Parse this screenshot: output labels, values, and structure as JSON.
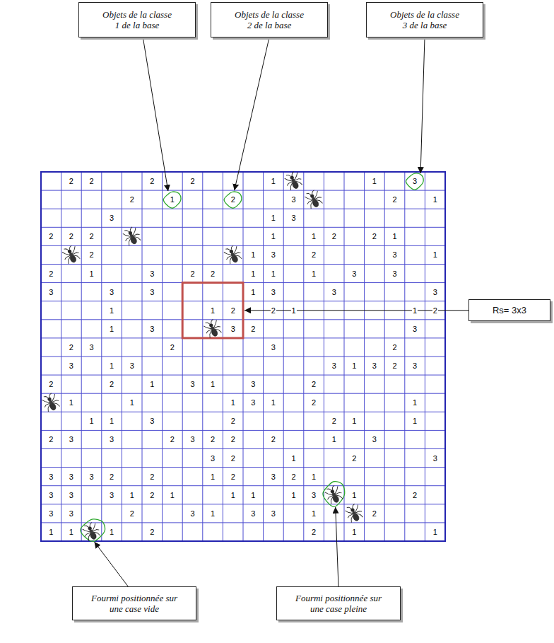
{
  "diagram": {
    "nodes": [
      {
        "text": [
          "Objets de la classe 1 de la base"
        ]
      },
      {
        "text": [
          "Objets de la classe 2 de la base"
        ]
      },
      {
        "text": [
          "Objets de la classe 3 de la base"
        ]
      },
      {
        "text": [
          "Rs= 3x3"
        ]
      },
      {
        "text": [
          "Fourmi positionnée sur une case vide"
        ]
      },
      {
        "text": [
          "Fourmi positionnée sur une case pleine"
        ]
      }
    ],
    "labels": [
      "2",
      "2",
      "2",
      "2",
      "1",
      "1",
      "3",
      "2",
      "1",
      "2",
      "3",
      "2",
      "1",
      "3",
      "1",
      "3",
      "2",
      "2",
      "2",
      "1",
      "1",
      "2",
      "2",
      "1",
      "2",
      "1",
      "3",
      "2",
      "3",
      "1",
      "2",
      "1",
      "3",
      "2",
      "2",
      "1",
      "1",
      "1",
      "3",
      "3",
      "3",
      "3",
      "3",
      "1",
      "3",
      "3",
      "3",
      "1",
      "1",
      "2",
      "2",
      "1",
      "1",
      "2",
      "1",
      "3",
      "3",
      "2",
      "3",
      "2",
      "3",
      "2",
      "3",
      "2",
      "3",
      "1",
      "3",
      "3",
      "1",
      "3",
      "2",
      "3",
      "2",
      "2",
      "1",
      "3",
      "1",
      "3",
      "2",
      "1",
      "1",
      "1",
      "3",
      "1",
      "2",
      "1",
      "1",
      "1",
      "3",
      "2",
      "2",
      "1",
      "1",
      "2",
      "3",
      "3",
      "2",
      "3",
      "2",
      "2",
      "2",
      "1",
      "3",
      "3",
      "2",
      "1",
      "2",
      "3",
      "3",
      "3",
      "3",
      "2",
      "2",
      "1",
      "2",
      "3",
      "2",
      "1",
      "3",
      "3",
      "3",
      "1",
      "2",
      "1",
      "1",
      "1",
      "1",
      "3",
      "1",
      "2",
      "3",
      "3",
      "2",
      "3",
      "1",
      "3",
      "3",
      "1",
      "2",
      "1",
      "1",
      "1",
      "2",
      "2",
      "1",
      "1"
    ]
  }
}
